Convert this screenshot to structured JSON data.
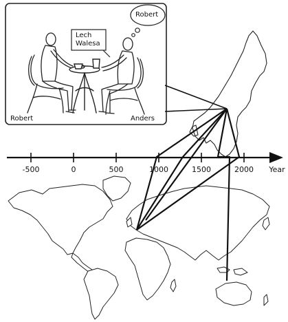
{
  "scene": {
    "person_left_label": "Robert",
    "person_right_label": "Anders",
    "thought_bubble_text": "Robert",
    "speech_box_line1": "Lech",
    "speech_box_line2": "Walesa"
  },
  "timeline": {
    "axis_label": "Year",
    "ticks": [
      {
        "value": -500,
        "label": "-500"
      },
      {
        "value": 0,
        "label": "0"
      },
      {
        "value": 500,
        "label": "500"
      },
      {
        "value": 1000,
        "label": "1000"
      },
      {
        "value": 1500,
        "label": "1500"
      },
      {
        "value": 2000,
        "label": "2000"
      }
    ]
  }
}
